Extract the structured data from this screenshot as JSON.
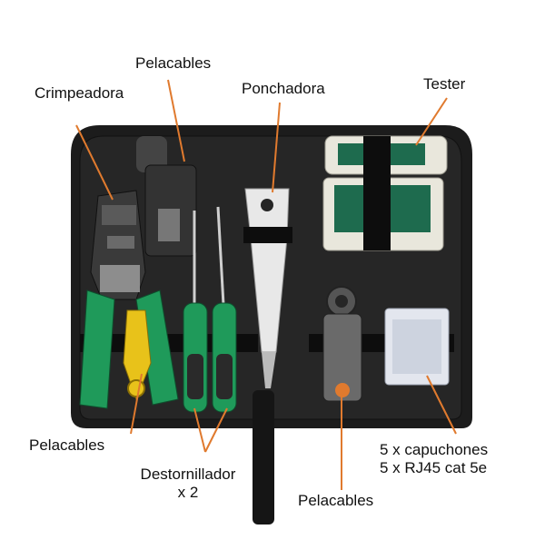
{
  "labels": {
    "crimpeadora": "Crimpeadora",
    "pelacables_top": "Pelacables",
    "ponchadora": "Ponchadora",
    "tester": "Tester",
    "pelacables_left": "Pelacables",
    "destornillador_line1": "Destornillador",
    "destornillador_line2": "x 2",
    "pelacables_bottom": "Pelacables",
    "capuchones_line1": "5 x capuchones",
    "capuchones_line2": "5 x RJ45 cat 5e"
  },
  "colors": {
    "case": "#1c1c1c",
    "tool_green": "#1f9a5a",
    "leader_line": "#e07a2e",
    "tester_body": "#e9e7dc",
    "tester_label": "#1e6b4e"
  }
}
